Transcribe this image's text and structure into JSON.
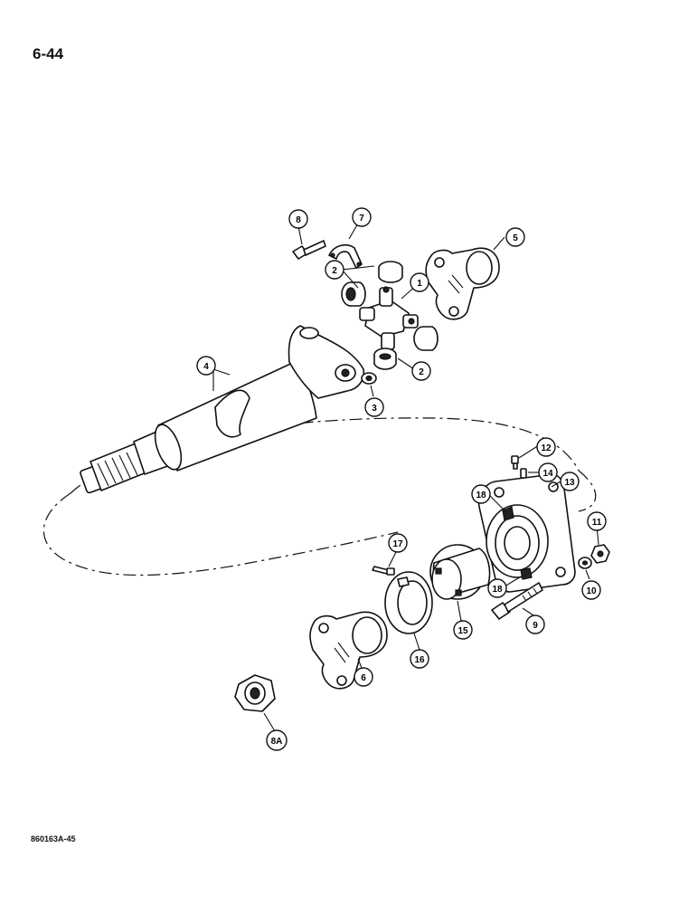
{
  "page": {
    "number": "6-44",
    "figure_code": "860163A-45"
  },
  "callouts": {
    "c1": "1",
    "c2a": "2",
    "c2b": "2",
    "c3": "3",
    "c4": "4",
    "c5": "5",
    "c6": "6",
    "c7": "7",
    "c8": "8",
    "c8a": "8A",
    "c9": "9",
    "c10": "10",
    "c11": "11",
    "c12": "12",
    "c13": "13",
    "c14": "14",
    "c15": "15",
    "c16": "16",
    "c17": "17",
    "c18a": "18",
    "c18b": "18"
  }
}
